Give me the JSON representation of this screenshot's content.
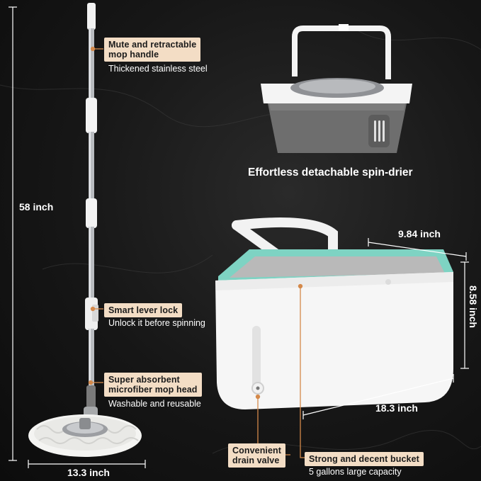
{
  "callouts": {
    "handle": {
      "lines": [
        "Mute and retractable",
        "mop handle"
      ],
      "note": "Thickened stainless steel"
    },
    "lever": {
      "lines": [
        "Smart lever lock"
      ],
      "note": "Unlock it before spinning"
    },
    "mophead": {
      "lines": [
        "Super absorbent",
        "microfiber mop head"
      ],
      "note": "Washable and reusable"
    },
    "drain": {
      "lines": [
        "Convenient",
        "drain valve"
      ]
    },
    "bucket": {
      "lines": [
        "Strong and decent bucket"
      ],
      "note": "5 gallons large capacity"
    }
  },
  "headline": "Effortless detachable spin-drier",
  "dimensions": {
    "mop_height": "58 inch",
    "mop_width": "13.3 inch",
    "bucket_width": "9.84 inch",
    "bucket_height": "8.58 inch",
    "bucket_length": "18.3 inch"
  },
  "colors": {
    "tag_bg": "#f3ddc5",
    "leader": "#d4894a",
    "bucket_accent": "#7ed3c3",
    "drier_gray": "#6e6e6e"
  }
}
